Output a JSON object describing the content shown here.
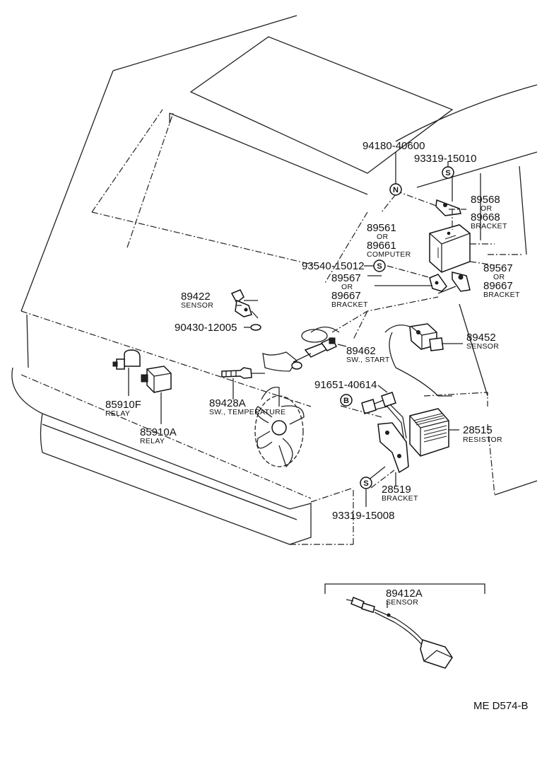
{
  "callouts": {
    "p94180": "94180-40600",
    "p93319a": "93319-15010",
    "p89568": "89568",
    "or1": "OR",
    "p89668": "89668",
    "bracket1": "BRACKET",
    "p89561": "89561",
    "or2": "OR",
    "p89661": "89661",
    "computer": "COMPUTER",
    "p93540": "93540-15012",
    "p89567a": "89567",
    "or3": "OR",
    "p89667a": "89667",
    "bracket2": "BRACKET",
    "p89567b": "89567",
    "or4": "OR",
    "p89667b": "89667",
    "bracket3": "BRACKET",
    "p89422": "89422",
    "sensor1": "SENSOR",
    "p90430": "90430-12005",
    "p89452": "89452",
    "sensor2": "SENSOR",
    "p89462": "89462",
    "swstart": "SW., START",
    "p91651": "91651-40614",
    "p85910f": "85910F",
    "relay1": "RELAY",
    "p89428a": "89428A",
    "swtemp": "SW., TEMPERATURE",
    "p28515": "28515",
    "resistor": "RESISTOR",
    "p85910a": "85910A",
    "relay2": "RELAY",
    "p28519": "28519",
    "bracket4": "BRACKET",
    "p93319b": "93319-15008",
    "p89412a": "89412A",
    "sensor3": "SENSOR"
  },
  "markers": {
    "n": "N",
    "s": "S",
    "b": "B"
  },
  "footer": {
    "code": "ME  D574-B"
  }
}
